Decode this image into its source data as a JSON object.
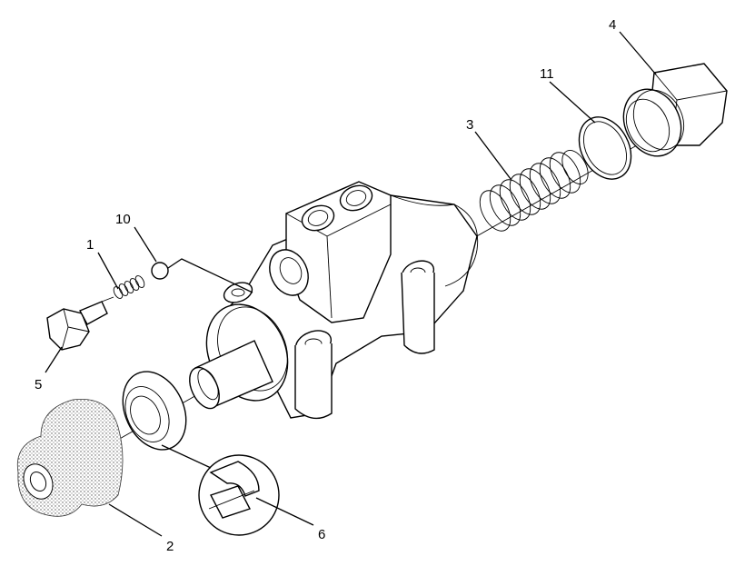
{
  "callouts": [
    {
      "id": "1",
      "label": "1"
    },
    {
      "id": "2",
      "label": "2"
    },
    {
      "id": "3",
      "label": "3"
    },
    {
      "id": "4",
      "label": "4"
    },
    {
      "id": "5",
      "label": "5"
    },
    {
      "id": "6",
      "label": "6"
    },
    {
      "id": "10",
      "label": "10"
    },
    {
      "id": "11",
      "label": "11"
    }
  ]
}
